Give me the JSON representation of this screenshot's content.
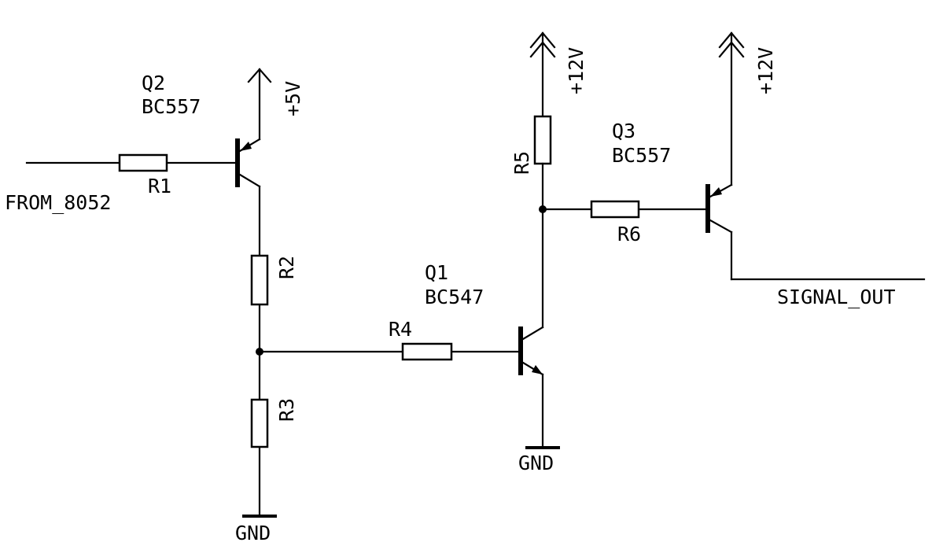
{
  "components": {
    "q1": {
      "ref": "Q1",
      "part": "BC547"
    },
    "q2": {
      "ref": "Q2",
      "part": "BC557"
    },
    "q3": {
      "ref": "Q3",
      "part": "BC557"
    },
    "r1": "R1",
    "r2": "R2",
    "r3": "R3",
    "r4": "R4",
    "r5": "R5",
    "r6": "R6"
  },
  "nets": {
    "input": "FROM_8052",
    "output": "SIGNAL_OUT",
    "supply_5v": "+5V",
    "supply_12v_r5": "+12V",
    "supply_12v_q3": "+12V",
    "gnd_r3": "GND",
    "gnd_q1": "GND"
  }
}
